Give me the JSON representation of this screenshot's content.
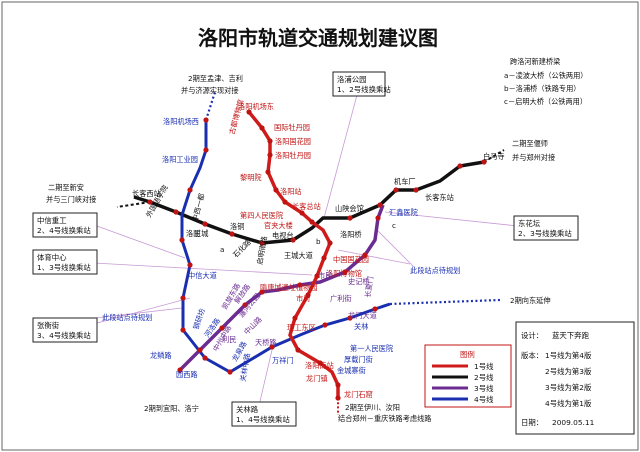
{
  "title": "洛阳市轨道交通规划建议图",
  "colors": {
    "line1": "#d01b1b",
    "line2": "#111111",
    "line3": "#6a2c91",
    "line4": "#1a2fb0",
    "callout": "#b063c4",
    "station_fill": "#c01414"
  },
  "bridge_note": {
    "title": "跨洛河新建桥梁",
    "items": [
      "a－凌波大桥（公铁两用）",
      "b－洛浦桥（铁路专用）",
      "c－启明大桥（公铁两用）"
    ]
  },
  "boxes": {
    "luopu": [
      "洛浦公园",
      "1、2号线换乘站"
    ],
    "zhongxin": [
      "中信重工",
      "2、4号线换乘站"
    ],
    "tiyu": [
      "体育中心",
      "1、3号线换乘站"
    ],
    "zhanghengjie": [
      "张衡街",
      "3、4号线换乘站"
    ],
    "guanlin": [
      "关林路",
      "1、4号线换乘站"
    ],
    "donghuayuan": [
      "东花坛",
      "2、3号线换乘站"
    ]
  },
  "notes": {
    "north": [
      "2期至孟津、吉利",
      "并与济源实现对接"
    ],
    "northwest": [
      "二期至新安",
      "并与三门峡对接"
    ],
    "northeast": [
      "二期至偃师",
      "并与郑州对接"
    ],
    "east": "2期向东延伸",
    "southwest": "2期到宜阳、洛宁",
    "south": [
      "2期至伊川、汝阳",
      "结合郑州－重庆铁路考虑线路"
    ],
    "gap_right": "此段站点待规划",
    "gap_left": "此段站点待规划"
  },
  "legend": {
    "title": "图例",
    "items": [
      "1号线",
      "2号线",
      "3号线",
      "4号线"
    ]
  },
  "info": {
    "designer_label": "设计：",
    "designer": "蓝天下奔跑",
    "version_label": "版本：",
    "versions": [
      "1号线为第4版",
      "2号线为第3版",
      "3号线为第2版",
      "4号线为第1版"
    ],
    "date_label": "日期：",
    "date": "2009.05.11"
  },
  "stations": {
    "line1": [
      "洛阳机场东",
      "古都博物馆",
      "国际牡丹园",
      "洛阳国花园",
      "洛阳牡丹园",
      "黎明院",
      "洛阳站",
      "长客总站",
      "第四人民医院",
      "官夹大楼",
      "电视台",
      "王城大道",
      "中国国花园",
      "洛阳博物馆",
      "隋唐城遗址植物园",
      "市府",
      "理工东区",
      "洛阳南站",
      "龙门镇",
      "龙门石窟"
    ],
    "line2": [
      "长客西站",
      "外国语学院",
      "洛耐",
      "中西一都",
      "洛铜",
      "石化路",
      "启明南路",
      "山陕会馆",
      "洛阳桥",
      "汇鑫医院",
      "机车厂",
      "长客东站",
      "白马寺"
    ],
    "line3": [
      "市民",
      "龙门大道",
      "广利街",
      "史记桥",
      "长夏门",
      "关林",
      "第一人民医院",
      "厚载门街",
      "金城寨街"
    ],
    "line4": [
      "洛阳机场西",
      "洛阳工业园",
      "钢研坊",
      "中信大道",
      "河洛路",
      "龙鳞路",
      "园西路",
      "龙泉路",
      "关林中路",
      "万祥门"
    ],
    "other": [
      "凯旋东路",
      "解放路",
      "瀍河公园",
      "中州中路",
      "利民",
      "天桥路",
      "王城",
      "中山路",
      "唐宫路",
      "聂泰路"
    ]
  }
}
